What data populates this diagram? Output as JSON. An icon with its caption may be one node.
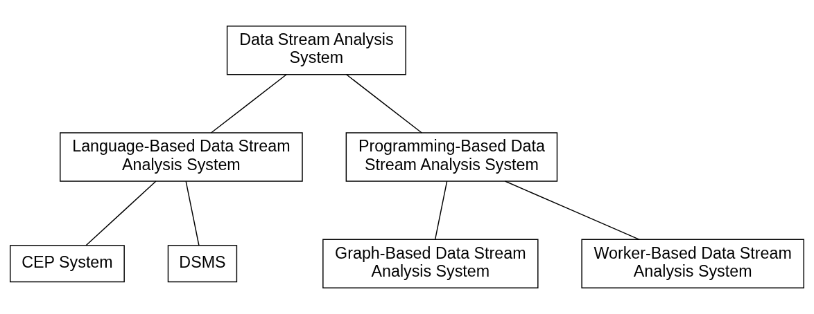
{
  "diagram": {
    "nodes": [
      {
        "text": [
          "Data Stream Analysis System"
        ]
      },
      {
        "text": [
          "Language-Based Data Stream Analysis System"
        ]
      },
      {
        "text": [
          "Programming-Based Data Stream Analysis System"
        ]
      },
      {
        "text": [
          "CEP System"
        ]
      },
      {
        "text": [
          "DSMS"
        ]
      },
      {
        "text": [
          "Graph-Based Data Stream Analysis System"
        ]
      },
      {
        "text": [
          "Worker-Based Data Stream Analysis System"
        ]
      }
    ],
    "edges": [
      {
        "from": 0,
        "to": 1,
        "arrow": "none"
      },
      {
        "from": 0,
        "to": 2,
        "arrow": "none"
      },
      {
        "from": 1,
        "to": 3,
        "arrow": "none"
      },
      {
        "from": 1,
        "to": 4,
        "arrow": "none"
      },
      {
        "from": 2,
        "to": 5,
        "arrow": "none"
      },
      {
        "from": 2,
        "to": 6,
        "arrow": "none"
      }
    ]
  }
}
